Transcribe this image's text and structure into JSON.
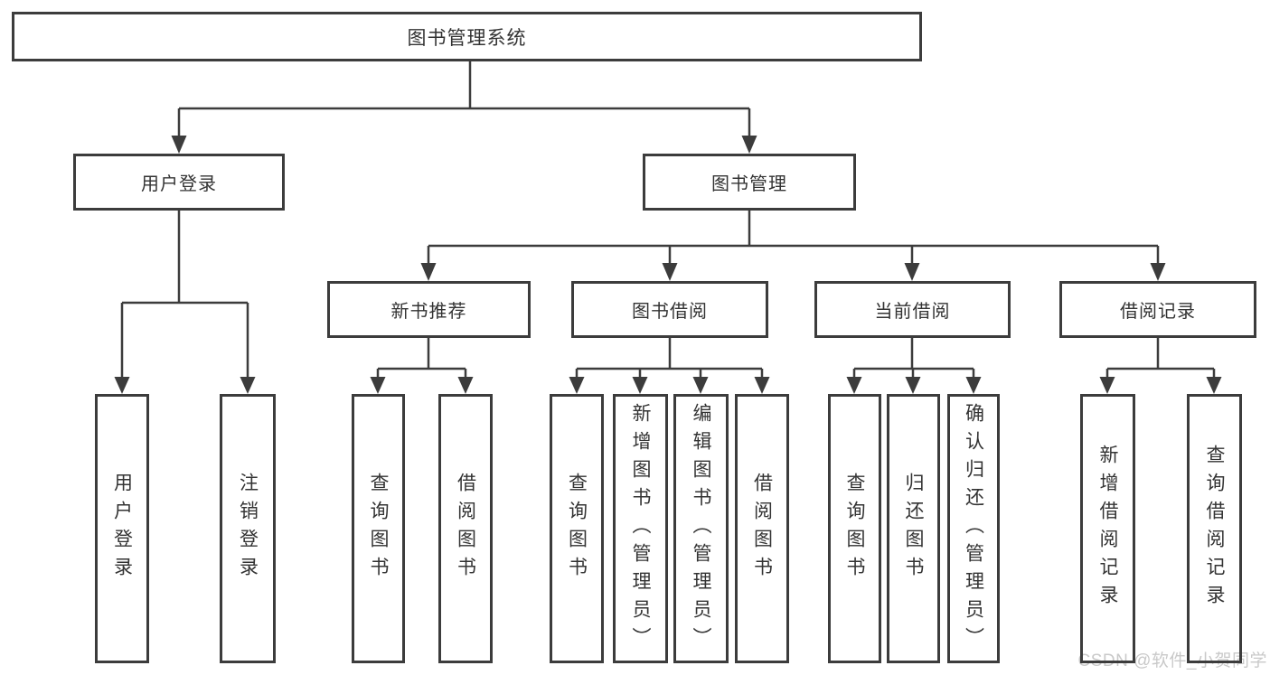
{
  "diagram_type": "hierarchy-tree",
  "nodes": {
    "root": "图书管理系统",
    "user_login": "用户登录",
    "book_management": "图书管理",
    "new_book_recommend": "新书推荐",
    "book_borrow": "图书借阅",
    "current_borrow": "当前借阅",
    "borrow_record": "借阅记录",
    "leaf_user_login": "用户登录",
    "leaf_logout": "注销登录",
    "leaf_nb_query_book": "查询图书",
    "leaf_nb_borrow_book": "借阅图书",
    "leaf_bb_query_book": "查询图书",
    "leaf_bb_add_book_admin": "新增图书（管理员）",
    "leaf_bb_edit_book_admin": "编辑图书（管理员）",
    "leaf_bb_borrow_book": "借阅图书",
    "leaf_cb_query_book": "查询图书",
    "leaf_cb_return_book": "归还图书",
    "leaf_cb_confirm_return_admin": "确认归还（管理员）",
    "leaf_br_add_record": "新增借阅记录",
    "leaf_br_query_record": "查询借阅记录"
  },
  "hierarchy": {
    "图书管理系统": {
      "用户登录": [
        "用户登录",
        "注销登录"
      ],
      "图书管理": {
        "新书推荐": [
          "查询图书",
          "借阅图书"
        ],
        "图书借阅": [
          "查询图书",
          "新增图书（管理员）",
          "编辑图书（管理员）",
          "借阅图书"
        ],
        "当前借阅": [
          "查询图书",
          "归还图书",
          "确认归还（管理员）"
        ],
        "借阅记录": [
          "新增借阅记录",
          "查询借阅记录"
        ]
      }
    }
  },
  "watermark": "CSDN @软件_小贺同学",
  "colors": {
    "line": "#3c3c3c",
    "box_background": "#ffffff",
    "text": "#333333",
    "watermark": "#c9c9c9"
  }
}
